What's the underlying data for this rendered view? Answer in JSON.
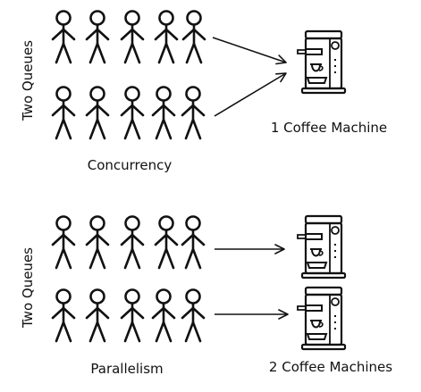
{
  "panels": [
    {
      "id": "concurrency",
      "side_label": "Two Queues",
      "caption": "Concurrency",
      "machine_caption": "1 Coffee Machine",
      "queue_sizes": [
        5,
        5
      ],
      "machine_count": 1
    },
    {
      "id": "parallelism",
      "side_label": "Two Queues",
      "caption": "Parallelism",
      "machine_caption": "2 Coffee Machines",
      "queue_sizes": [
        5,
        5
      ],
      "machine_count": 2
    }
  ],
  "icons": {
    "person": "stick-figure-icon",
    "machine": "coffee-machine-icon",
    "arrow": "arrow-icon"
  },
  "colors": {
    "ink": "#111111",
    "background": "#ffffff"
  }
}
